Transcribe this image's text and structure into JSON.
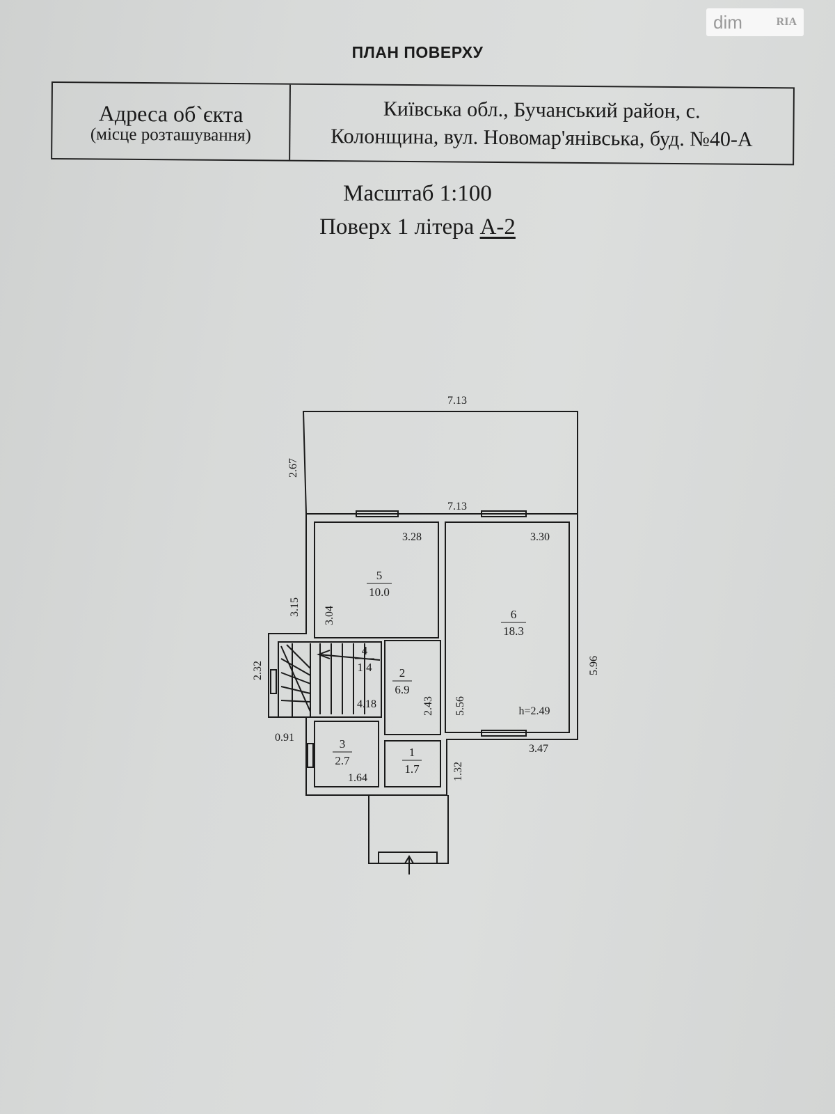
{
  "watermark": {
    "brand": "dim",
    "badge": "RIA"
  },
  "heading": "ПЛАН ПОВЕРХУ",
  "address": {
    "label": "Адреса об`єкта",
    "sublabel": "(місце розташування)",
    "line1": "Київська обл., Бучанський район, с.",
    "line2": "Колонщина, вул. Новомар'янівська, буд. №40-А"
  },
  "scale": "Масштаб 1:100",
  "floor": {
    "prefix": "Поверх 1 літера ",
    "letter": "А-2"
  },
  "plan": {
    "dimensions": {
      "top_width": "7.13",
      "terrace_depth": "2.67",
      "mid_width": "7.13",
      "room5_width": "3.28",
      "room6_width": "3.30",
      "left_wall": "3.15",
      "room5_depth": "3.04",
      "right_wall": "5.96",
      "stair_width": "2.32",
      "stair_len": "4.18",
      "room2_depth": "2.43",
      "room6_depth": "5.56",
      "bottom_right": "3.47",
      "left_bottom": "0.91",
      "room3_width": "1.64",
      "room1_depth": "1.32"
    },
    "ceiling_height": "h=2.49",
    "rooms": [
      {
        "number": "5",
        "area": "10.0"
      },
      {
        "number": "6",
        "area": "18.3"
      },
      {
        "number": "4",
        "area": "1.4"
      },
      {
        "number": "2",
        "area": "6.9"
      },
      {
        "number": "3",
        "area": "2.7"
      },
      {
        "number": "1",
        "area": "1.7"
      }
    ]
  }
}
